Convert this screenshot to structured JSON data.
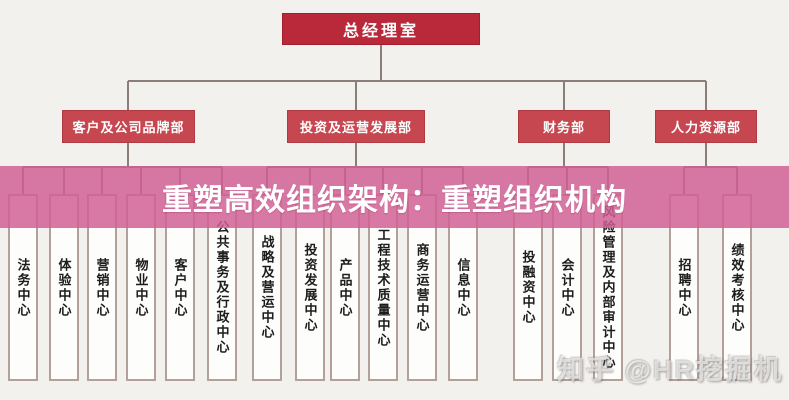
{
  "overlay": {
    "title": "重塑高效组织架构：重塑组织机构"
  },
  "watermark": {
    "text": "知乎 @HR挖掘机"
  },
  "org_chart": {
    "root": {
      "label": "总经理室"
    },
    "departments": [
      {
        "label": "客户及公司品牌部",
        "children": [
          "法务中心",
          "体验中心",
          "营销中心",
          "物业中心",
          "客户中心",
          "公共事务及行政中心"
        ]
      },
      {
        "label": "投资及运营发展部",
        "children": [
          "战略及营运中心",
          "投资发展中心",
          "产品中心",
          "工程技术质量中心",
          "商务运营中心",
          "信息中心"
        ]
      },
      {
        "label": "财务部",
        "children": [
          "投融资中心",
          "会计中心",
          "风险管理及内部审计中心"
        ]
      },
      {
        "label": "人力资源部",
        "children": [
          "招聘中心",
          "绩效考核中心"
        ]
      }
    ]
  },
  "colors": {
    "background": "#f3f1ee",
    "root_box": "#b9293a",
    "dept_box": "#c6474f",
    "connector_line": "#8a7f78",
    "child_box_border": "#b3a09a",
    "overlay_pink": "rgba(208,94,147,0.84)",
    "title_text": "#ffffff"
  }
}
